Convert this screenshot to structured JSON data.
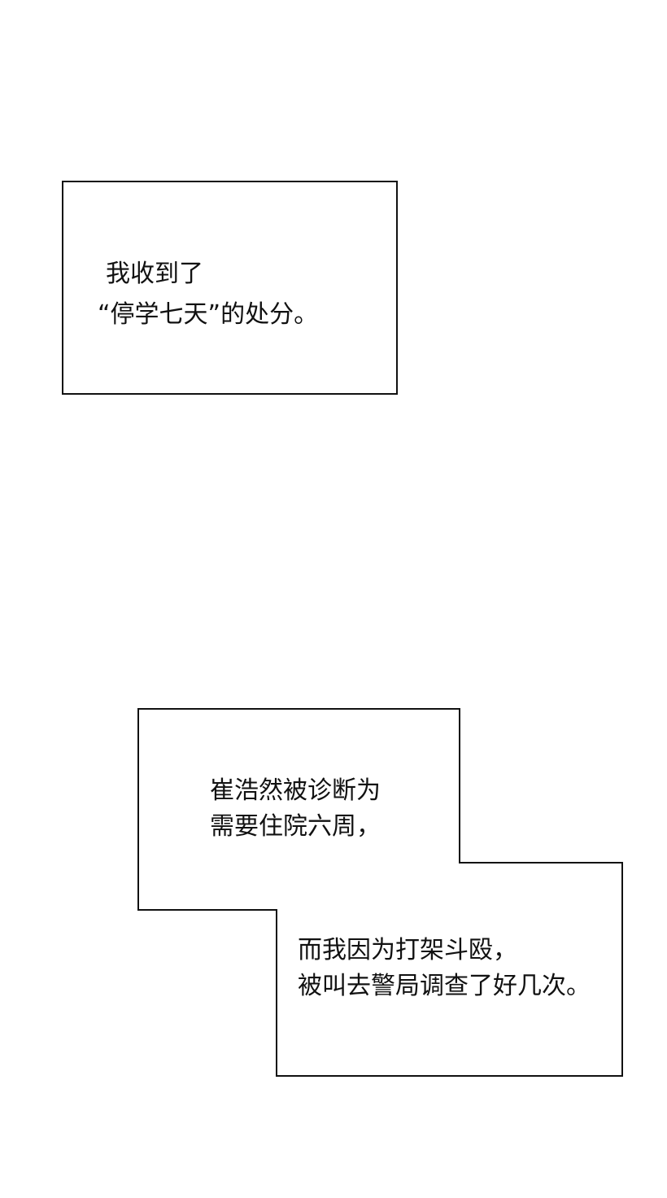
{
  "caption_1": {
    "line_1": "我收到了",
    "line_2": "“停学七天”的处分。"
  },
  "caption_2": {
    "part_1": {
      "line_1": "崔浩然被诊断为",
      "line_2": "需要住院六周，"
    },
    "part_2": {
      "line_1": "而我因为打架斗殴，",
      "line_2": "被叫去警局调查了好几次。"
    }
  }
}
